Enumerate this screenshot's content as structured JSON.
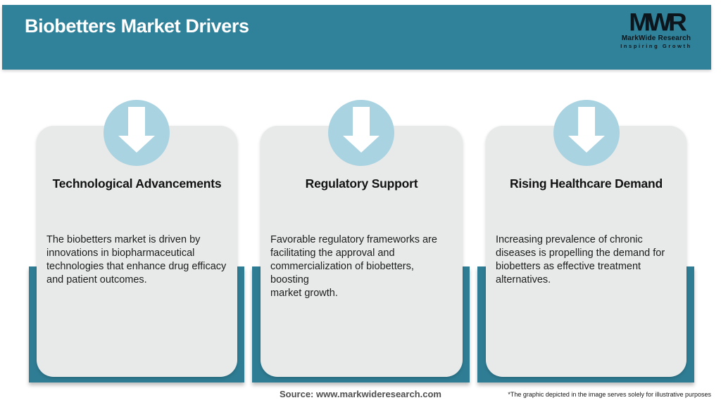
{
  "header": {
    "title": "Biobetters Market Drivers"
  },
  "logo": {
    "acronym": "MWR",
    "name": "MarkWide Research",
    "tagline": "Inspiring Growth"
  },
  "cards": [
    {
      "title": "Technological Advancements",
      "body": "The biobetters market is driven by\ninnovations in biopharmaceutical\ntechnologies that enhance drug efficacy\nand patient outcomes.",
      "icon": "down-arrow-icon"
    },
    {
      "title": "Regulatory Support",
      "body": "Favorable regulatory frameworks are\nfacilitating the approval and\ncommercialization of biobetters, boosting\nmarket growth.",
      "icon": "down-arrow-icon"
    },
    {
      "title": "Rising Healthcare Demand",
      "body": "Increasing prevalence of chronic\ndiseases is propelling the demand for\nbiobetters as effective treatment\nalternatives.",
      "icon": "down-arrow-icon"
    }
  ],
  "footer": {
    "source": "Source: www.markwideresearch.com",
    "disclaimer": "*The graphic depicted in the image serves solely for illustrative purposes"
  },
  "colors": {
    "teal_header": "#2F8299",
    "teal_accent": "#2F7D94",
    "badge_blue": "#AAD3E1",
    "card_bg": "#E8EAEA"
  }
}
